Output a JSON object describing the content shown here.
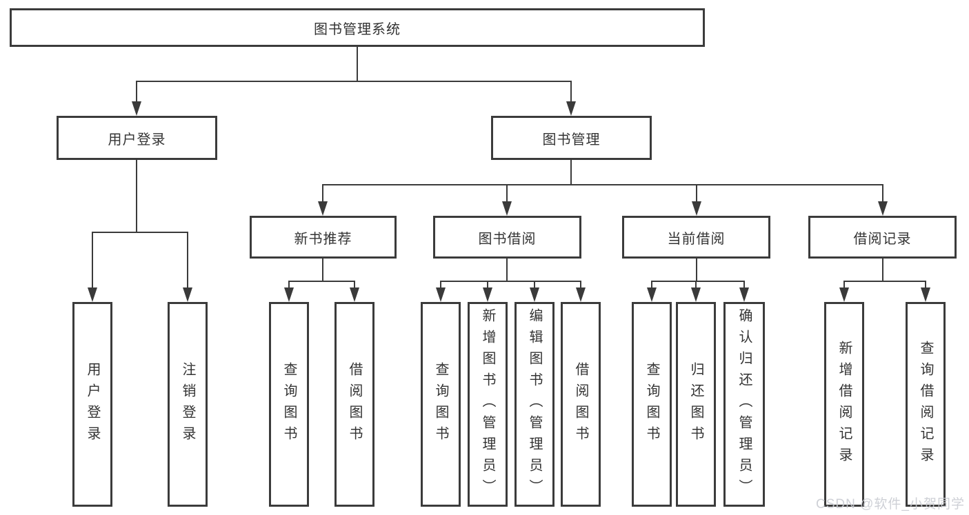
{
  "tree": {
    "root": {
      "label": "图书管理系统",
      "children": [
        {
          "label": "用户登录",
          "children": [
            {
              "label": "用户登录"
            },
            {
              "label": "注销登录"
            }
          ]
        },
        {
          "label": "图书管理",
          "children": [
            {
              "label": "新书推荐",
              "children": [
                {
                  "label": "查询图书"
                },
                {
                  "label": "借阅图书"
                }
              ]
            },
            {
              "label": "图书借阅",
              "children": [
                {
                  "label": "查询图书"
                },
                {
                  "label": "新增图书（管理员）"
                },
                {
                  "label": "编辑图书（管理员）"
                },
                {
                  "label": "借阅图书"
                }
              ]
            },
            {
              "label": "当前借阅",
              "children": [
                {
                  "label": "查询图书"
                },
                {
                  "label": "归还图书"
                },
                {
                  "label": "确认归还（管理员）"
                }
              ]
            },
            {
              "label": "借阅记录",
              "children": [
                {
                  "label": "新增借阅记录"
                },
                {
                  "label": "查询借阅记录"
                }
              ]
            }
          ]
        }
      ]
    }
  },
  "watermark": {
    "text": "CSDN @软件_小贺同学"
  },
  "colors": {
    "line": "#3a3a3a",
    "border": "#3b3b3b",
    "text": "#333333",
    "watermark": "#c9ccd2",
    "background": "#ffffff"
  }
}
